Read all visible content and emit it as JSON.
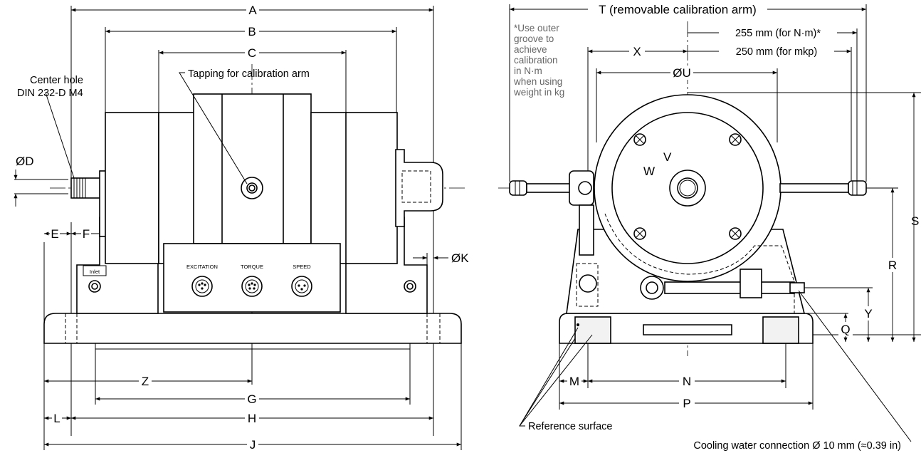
{
  "left_view": {
    "dims": {
      "A": "A",
      "B": "B",
      "C": "C",
      "D": "ØD",
      "E": "E",
      "F": "F",
      "G": "G",
      "H": "H",
      "J": "J",
      "K": "ØK",
      "L": "L",
      "Z": "Z"
    },
    "center_hole_line1": "Center hole",
    "center_hole_line2": "DIN 232-D M4",
    "tapping_label": "Tapping for calibration arm",
    "connectors": {
      "excitation": "EXCITATION",
      "torque": "TORQUE",
      "speed": "SPEED"
    },
    "inlet": "Inlet"
  },
  "right_view": {
    "dims": {
      "T": "T (removable calibration arm)",
      "X": "X",
      "U": "ØU",
      "V": "V",
      "W": "W",
      "R": "R",
      "S": "S",
      "Y": "Y",
      "Q": "Q",
      "M": "M",
      "N": "N",
      "P": "P"
    },
    "arm_255": "255 mm (for N·m)*",
    "arm_250": "250 mm (for mkp)",
    "note_lines": [
      "*Use outer",
      "groove to",
      "achieve",
      "calibration",
      "in N·m",
      "when using",
      "weight in kg"
    ],
    "reference_surface": "Reference surface",
    "cooling_water": "Cooling water connection Ø 10 mm (≈0.39 in)"
  }
}
